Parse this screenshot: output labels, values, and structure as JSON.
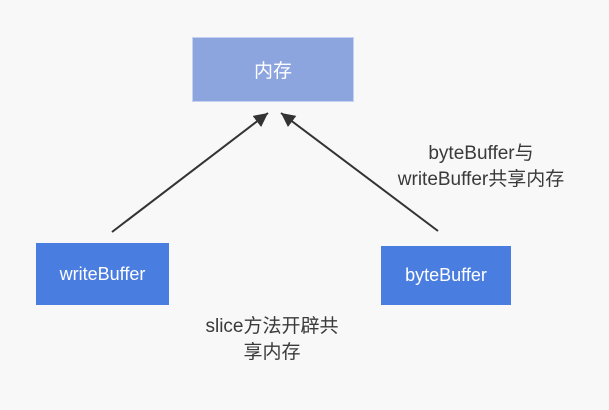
{
  "colors": {
    "background": "#f8f8f8",
    "memory_node_fill": "#8da5df",
    "buffer_node_fill": "#4a7de0",
    "node_text": "#ffffff",
    "arrow_stroke": "#333333",
    "annotation_text": "#3a3a3a"
  },
  "nodes": {
    "memory": {
      "label": "内存"
    },
    "write_buffer": {
      "label": "writeBuffer"
    },
    "byte_buffer": {
      "label": "byteBuffer"
    }
  },
  "edges": [
    {
      "from": "writeBuffer",
      "to": "内存",
      "style": "arrow-up"
    },
    {
      "from": "byteBuffer",
      "to": "内存",
      "style": "arrow-up"
    }
  ],
  "annotations": {
    "share": {
      "line1": "byteBuffer与",
      "line2": "writeBuffer共享内存"
    },
    "slice": {
      "line1": "slice方法开辟共",
      "line2": "享内存"
    }
  }
}
